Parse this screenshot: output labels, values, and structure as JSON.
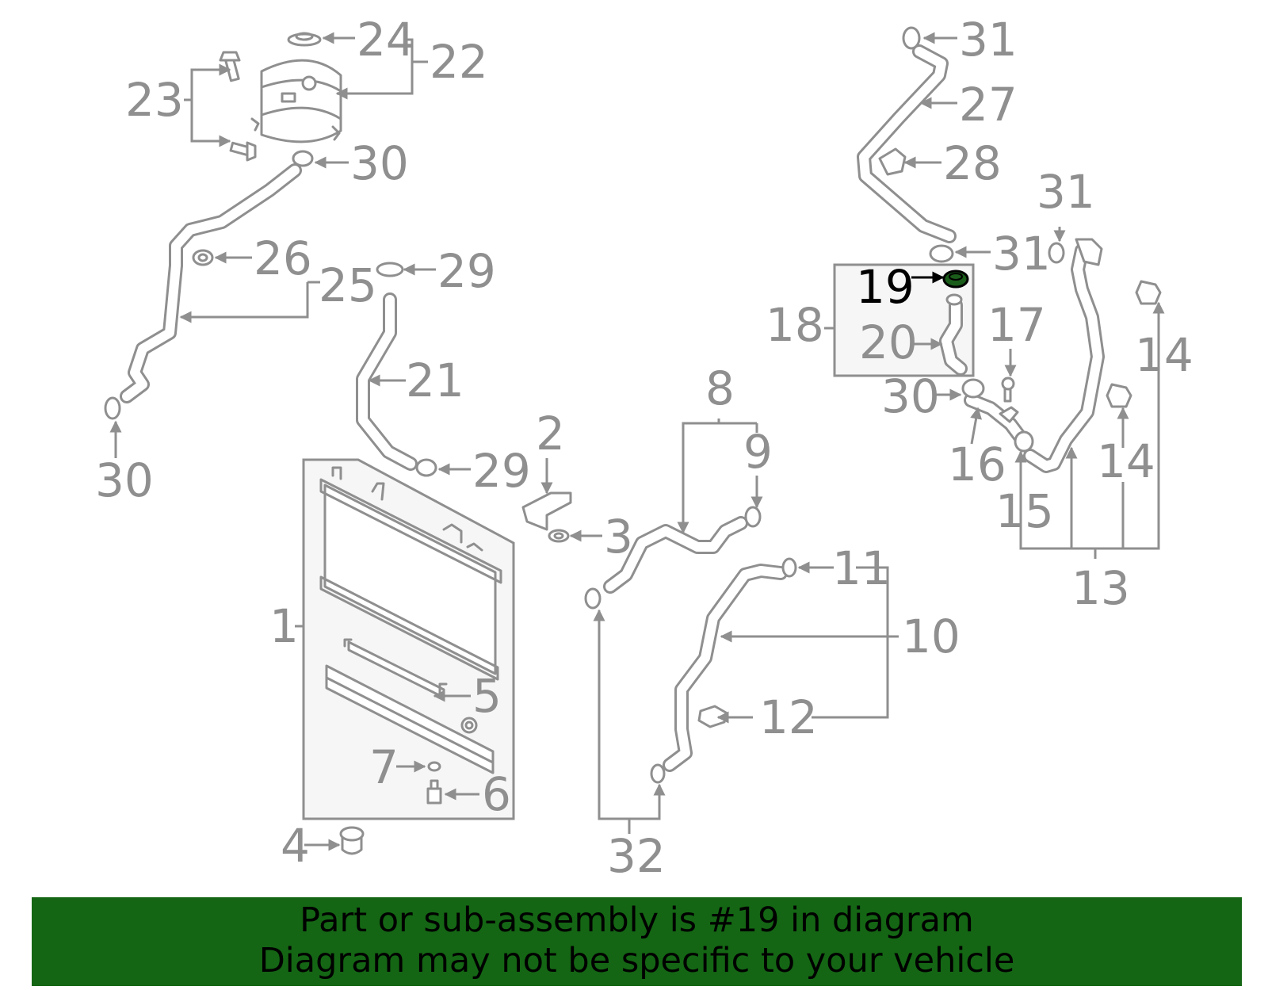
{
  "diagram": {
    "highlight_color": "#000000",
    "callouts": {
      "c1": "1",
      "c2": "2",
      "c3": "3",
      "c4": "4",
      "c5": "5",
      "c6": "6",
      "c7": "7",
      "c8": "8",
      "c9": "9",
      "c10": "10",
      "c11": "11",
      "c12": "12",
      "c13": "13",
      "c14a": "14",
      "c14b": "14",
      "c15": "15",
      "c16": "16",
      "c17": "17",
      "c18": "18",
      "c19": "19",
      "c20": "20",
      "c21": "21",
      "c22": "22",
      "c23": "23",
      "c24": "24",
      "c25": "25",
      "c26": "26",
      "c27": "27",
      "c28": "28",
      "c29a": "29",
      "c29b": "29",
      "c30a": "30",
      "c30b": "30",
      "c30c": "30",
      "c31a": "31",
      "c31b": "31",
      "c31c": "31",
      "c32": "32"
    }
  },
  "banner": {
    "color": "#146614",
    "line1": "Part or sub-assembly is #19 in diagram",
    "line2": "Diagram may not be specific to your vehicle"
  }
}
